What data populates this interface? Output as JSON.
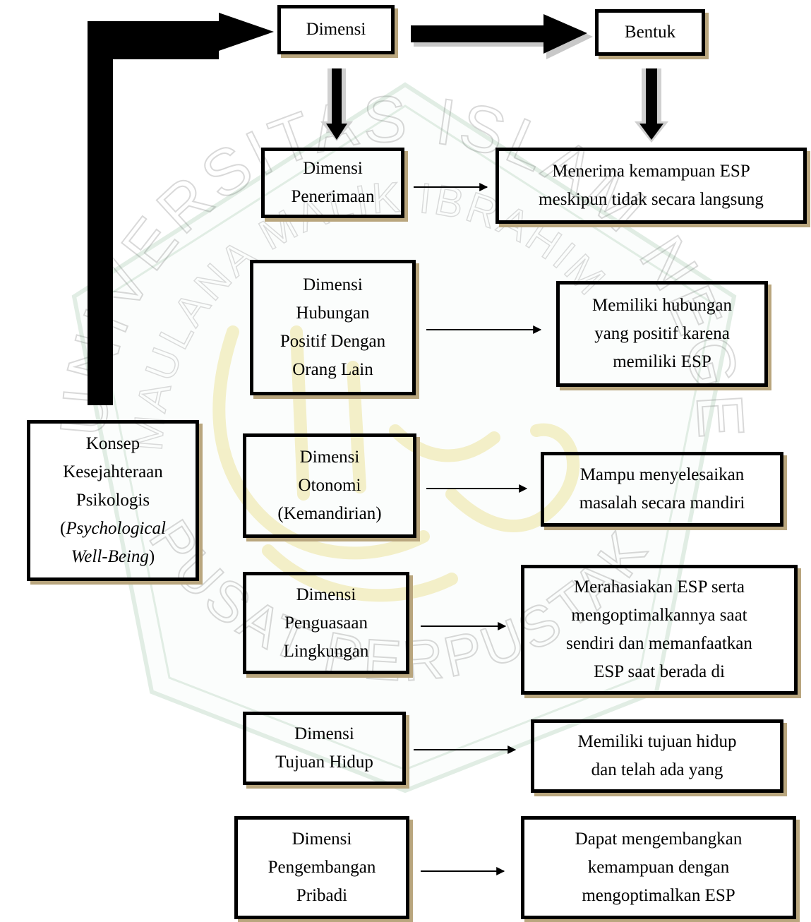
{
  "root": {
    "line1": "Konsep",
    "line2": "Kesejahteraan",
    "line3": "Psikologis",
    "line4_open": "(",
    "line4_italic": "Psychological",
    "line5_italic": "Well-Being",
    "line5_close": ")"
  },
  "top": {
    "dimensi": "Dimensi",
    "bentuk": "Bentuk"
  },
  "dimensions": [
    {
      "lines": [
        "Dimensi",
        "Penerimaan"
      ]
    },
    {
      "lines": [
        "Dimensi",
        "Hubungan",
        "Positif Dengan",
        "Orang Lain"
      ]
    },
    {
      "lines": [
        "Dimensi",
        "Otonomi",
        "(Kemandirian)"
      ]
    },
    {
      "lines": [
        "Dimensi",
        "Penguasaan",
        "Lingkungan"
      ]
    },
    {
      "lines": [
        "Dimensi",
        "Tujuan Hidup"
      ]
    },
    {
      "lines": [
        "Dimensi",
        "Pengembangan",
        "Pribadi"
      ]
    }
  ],
  "forms": [
    {
      "lines": [
        "Menerima kemampuan ESP",
        "meskipun tidak secara langsung"
      ]
    },
    {
      "lines": [
        "Memiliki hubungan",
        "yang positif karena",
        "memiliki ESP"
      ]
    },
    {
      "lines": [
        "Mampu menyelesaikan",
        "masalah secara mandiri"
      ]
    },
    {
      "lines": [
        "Merahasiakan ESP serta",
        "mengoptimalkannya saat",
        "sendiri dan memanfaatkan",
        "ESP saat berada di"
      ]
    },
    {
      "lines": [
        "Memiliki tujuan hidup",
        "dan telah ada yang"
      ]
    },
    {
      "lines": [
        "Dapat mengembangkan",
        "kemampuan dengan",
        "mengoptimalkan ESP"
      ]
    }
  ],
  "watermark": {
    "arc_top": "UNIVERSITAS ISLAM NEGERI",
    "arc_inner": "MAULANA MALIK IBRAHIM",
    "arc_bottom": "PUSAT PERPUSTAKAAN",
    "color": "#1f7a3a",
    "accent": "#e6d66a"
  }
}
